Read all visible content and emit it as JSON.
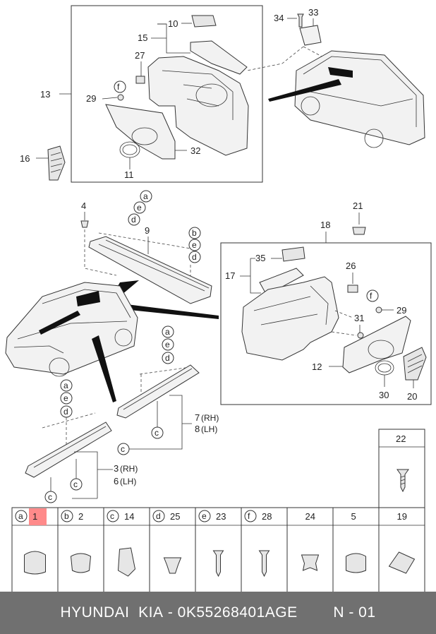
{
  "callouts": {
    "n10": "10",
    "n15": "15",
    "n27": "27",
    "n29a": "29",
    "n13": "13",
    "n32": "32",
    "n11": "11",
    "n16": "16",
    "n34": "34",
    "n33": "33",
    "n4": "4",
    "n9": "9",
    "n21": "21",
    "n18": "18",
    "n35": "35",
    "n17": "17",
    "n26": "26",
    "n29b": "29",
    "n31": "31",
    "n12": "12",
    "n30": "30",
    "n20": "20",
    "n7": "7",
    "n8": "8",
    "n3": "3",
    "n6": "6",
    "n22": "22"
  },
  "side_labels": {
    "rh": "(RH)",
    "lh": "(LH)"
  },
  "letters": {
    "a": "a",
    "b": "b",
    "c": "c",
    "d": "d",
    "e": "e",
    "f": "f"
  },
  "fastener_table": {
    "columns": [
      {
        "letter": "a",
        "number": "1",
        "highlighted": true
      },
      {
        "letter": "b",
        "number": "2",
        "highlighted": false
      },
      {
        "letter": "c",
        "number": "14",
        "highlighted": false
      },
      {
        "letter": "d",
        "number": "25",
        "highlighted": false
      },
      {
        "letter": "e",
        "number": "23",
        "highlighted": false
      },
      {
        "letter": "f",
        "number": "28",
        "highlighted": false
      },
      {
        "letter": "",
        "number": "24",
        "highlighted": false
      },
      {
        "letter": "",
        "number": "5",
        "highlighted": false
      },
      {
        "letter": "",
        "number": "19",
        "highlighted": false
      }
    ],
    "extra_cell": "22",
    "highlight_color": "#ff8a8a"
  },
  "footer": {
    "brand": "HYUNDAI  KIA",
    "separator": " - ",
    "part_number": "0K55268401AGE",
    "page": "N - 01"
  }
}
